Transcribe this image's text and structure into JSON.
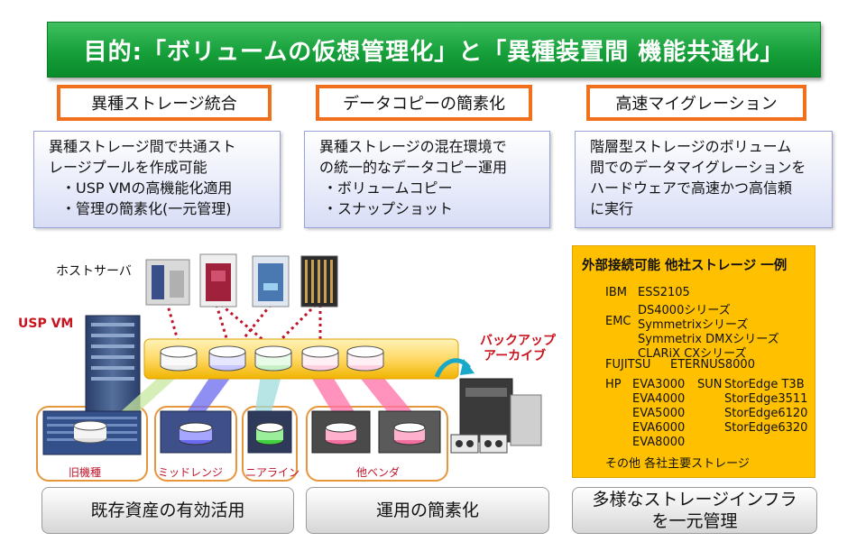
{
  "title": "目的:「ボリュームの仮想管理化」と「異種装置間 機能共通化」",
  "columns": [
    {
      "header": "異種ストレージ統合",
      "lines": [
        "異種ストレージ間で共通スト",
        "レージプールを作成可能"
      ],
      "bullets": [
        "・USP VMの高機能化適用",
        "・管理の簡素化(一元管理)"
      ],
      "footer": [
        "既存資産の有効活用"
      ]
    },
    {
      "header": "データコピーの簡素化",
      "lines": [
        "異種ストレージの混在環境で",
        "の統一的なデータコピー運用"
      ],
      "bullets": [
        "・ボリュームコピー",
        "・スナップショット"
      ],
      "footer": [
        "運用の簡素化"
      ]
    },
    {
      "header": "高速マイグレーション",
      "lines": [
        "階層型ストレージのボリューム",
        "間でのデータマイグレーションを",
        "ハードウェアで高速かつ高信頼",
        "に実行"
      ],
      "bullets": [],
      "footer": [
        "多様なストレージインフラ",
        "を一元管理"
      ]
    }
  ],
  "diagram": {
    "host_label": "ホストサーバ",
    "usp_label": "USP VM",
    "backup_label": [
      "バックアップ",
      "アーカイブ"
    ],
    "devices": [
      "旧機種",
      "ミッドレンジ",
      "ニアライン",
      "他ベンダ"
    ]
  },
  "external": {
    "title": "外部接続可能 他社ストレージ 一例",
    "vendors": [
      {
        "name": "IBM",
        "models": [
          "ESS2105",
          "DS4000シリーズ"
        ]
      },
      {
        "name": "EMC",
        "models": [
          "Symmetrixシリーズ",
          "Symmetrix DMXシリーズ",
          "CLARiX CXシリーズ"
        ]
      },
      {
        "name": "FUJITSU",
        "models": [
          "ETERNUS8000"
        ]
      },
      {
        "name": "HP",
        "models": [
          "EVA3000",
          "EVA4000",
          "EVA5000",
          "EVA6000",
          "EVA8000"
        ]
      },
      {
        "name": "SUN",
        "models": [
          "StorEdge T3B",
          "StorEdge3511",
          "StorEdge6120",
          "StorEdge6320"
        ]
      }
    ],
    "other": "その他 各社主要ストレージ"
  },
  "colors": {
    "banner": "#16a03a",
    "header_border": "#f0701e",
    "panel": "#ffc000",
    "pool_bar": "#ffd966",
    "accent_red": "#c8141e"
  }
}
